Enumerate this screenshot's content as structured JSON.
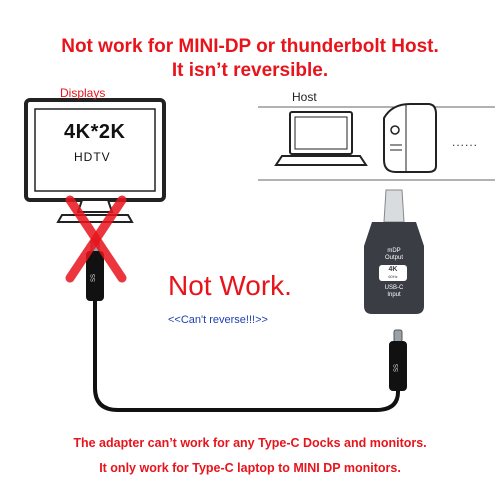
{
  "header": {
    "line1": "Not work for MINI-DP or thunderbolt Host.",
    "line2": "It isn’t reversible."
  },
  "labels": {
    "displays": "Displays",
    "host": "Host",
    "host_more": "......"
  },
  "tv": {
    "resolution": "4K*2K",
    "type": "HDTV"
  },
  "center": {
    "not_work": "Not Work.",
    "cant_reverse": "<<Can't reverse!!!>>"
  },
  "adapter": {
    "line1": "mDP",
    "line2": "Output",
    "badge_main": "4K",
    "badge_sub": "60Hz",
    "line3": "USB-C",
    "line4": "Input"
  },
  "footer": {
    "line1": "The adapter can’t work for any Type-C Docks and monitors.",
    "line2": "It only work for Type-C laptop to MINI DP monitors."
  },
  "colors": {
    "warning_red": "#e8141c",
    "link_blue": "#1e3fb0",
    "device_gray": "#3a3d44",
    "cable_black": "#111111"
  },
  "icons": [
    "monitor-icon",
    "laptop-icon",
    "desktop-pc-icon",
    "cross-mark-icon",
    "usb-c-plug-icon",
    "mini-dp-adapter-icon"
  ]
}
